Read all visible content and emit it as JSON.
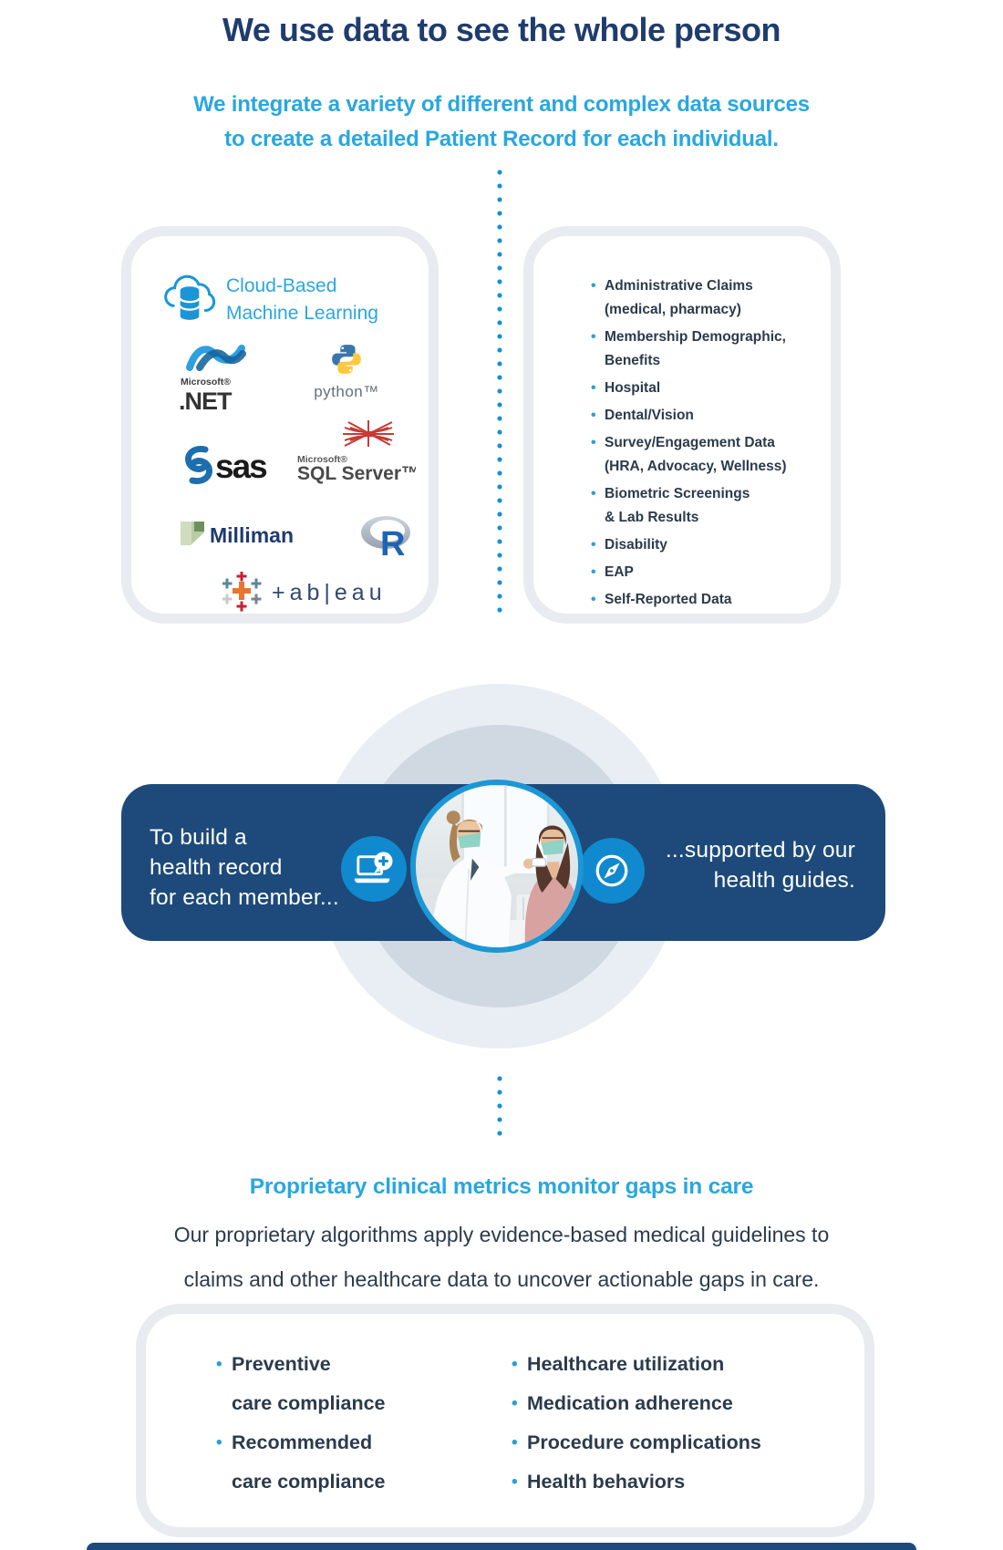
{
  "header": {
    "title": "We use data to see the whole person",
    "subtitle_line1": "We integrate a variety of different and complex data sources",
    "subtitle_line2": "to create a detailed Patient Record for each individual."
  },
  "tech_box": {
    "cloud_icon": "cloud-database-icon",
    "cloud_label_line1": "Cloud-Based",
    "cloud_label_line2": "Machine Learning",
    "logos": [
      {
        "name": "Microsoft .NET",
        "small": "Microsoft®",
        "big": ".NET"
      },
      {
        "name": "Python",
        "label": "python™"
      },
      {
        "name": "SAS",
        "label": "sas"
      },
      {
        "name": "Microsoft SQL Server",
        "small": "Microsoft®",
        "big": "SQL Server™"
      },
      {
        "name": "Milliman",
        "label": "Milliman"
      },
      {
        "name": "R",
        "label": "R"
      },
      {
        "name": "Tableau",
        "label": "+ab|eau"
      }
    ]
  },
  "data_sources": {
    "items": [
      "Administrative Claims\n(medical, pharmacy)",
      "Membership Demographic,\nBenefits",
      "Hospital",
      "Dental/Vision",
      "Survey/Engagement Data\n(HRA, Advocacy, Wellness)",
      "Biometric Screenings\n& Lab Results",
      "Disability",
      "EAP",
      "Self-Reported Data"
    ]
  },
  "banner": {
    "left_icon": "laptop-health-chat-icon",
    "right_icon": "compass-icon",
    "photo": "doctor-patient-photo",
    "left_line1": "To build a",
    "left_line2": "health record",
    "left_line3": "for each member...",
    "right_line1": "...supported by our",
    "right_line2": "health guides."
  },
  "metrics": {
    "heading": "Proprietary clinical metrics monitor gaps in care",
    "description_line1": "Our proprietary algorithms apply evidence-based medical guidelines to",
    "description_line2": "claims and other healthcare data to uncover actionable gaps in care.",
    "left_items": [
      "Preventive\ncare compliance",
      "Recommended\ncare compliance"
    ],
    "right_items": [
      "Healthcare utilization",
      "Medication adherence",
      "Procedure complications",
      "Health behaviors"
    ]
  },
  "colors": {
    "navy_heading": "#1f3c6e",
    "light_blue_accent": "#29a7df",
    "banner_navy": "#1d4a7a",
    "icon_blue": "#1189cf",
    "dot_blue": "#1590d2",
    "bullet_blue": "#2e9fd6",
    "dark_text": "#2b3b4c",
    "panel_border": "#e8ebef",
    "circle_outer": "#e9eef4",
    "circle_inner": "#d0d9e2"
  }
}
